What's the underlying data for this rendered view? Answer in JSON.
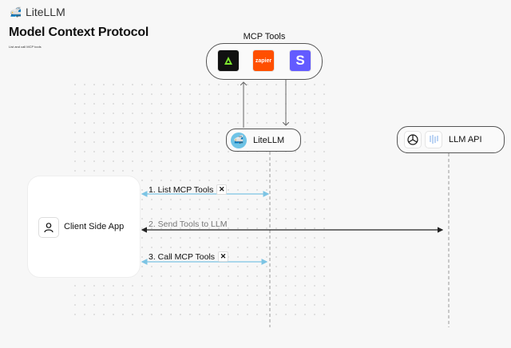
{
  "header": {
    "brand": "LiteLLM",
    "title": "Model Context Protocol",
    "subtitle": "List and call MCP tools"
  },
  "mcp_tools": {
    "label": "MCP Tools",
    "tools": [
      {
        "icon": "arize-phoenix-icon",
        "color": "#111111"
      },
      {
        "icon": "zapier-icon",
        "label": "zapier",
        "color": "#ff4f00"
      },
      {
        "icon": "stripe-icon",
        "label": "S",
        "color": "#635bff"
      }
    ]
  },
  "nodes": {
    "litellm": "LiteLLM",
    "llm_api": "LLM API",
    "client": "Client Side App"
  },
  "messages": [
    {
      "label": "1. List MCP Tools",
      "icon": "tools-icon",
      "color": "#7cc4e4"
    },
    {
      "label": "2. Send Tools to LLM",
      "color": "#222222"
    },
    {
      "label": "3. Call MCP Tools",
      "icon": "tools-icon",
      "color": "#7cc4e4"
    }
  ]
}
